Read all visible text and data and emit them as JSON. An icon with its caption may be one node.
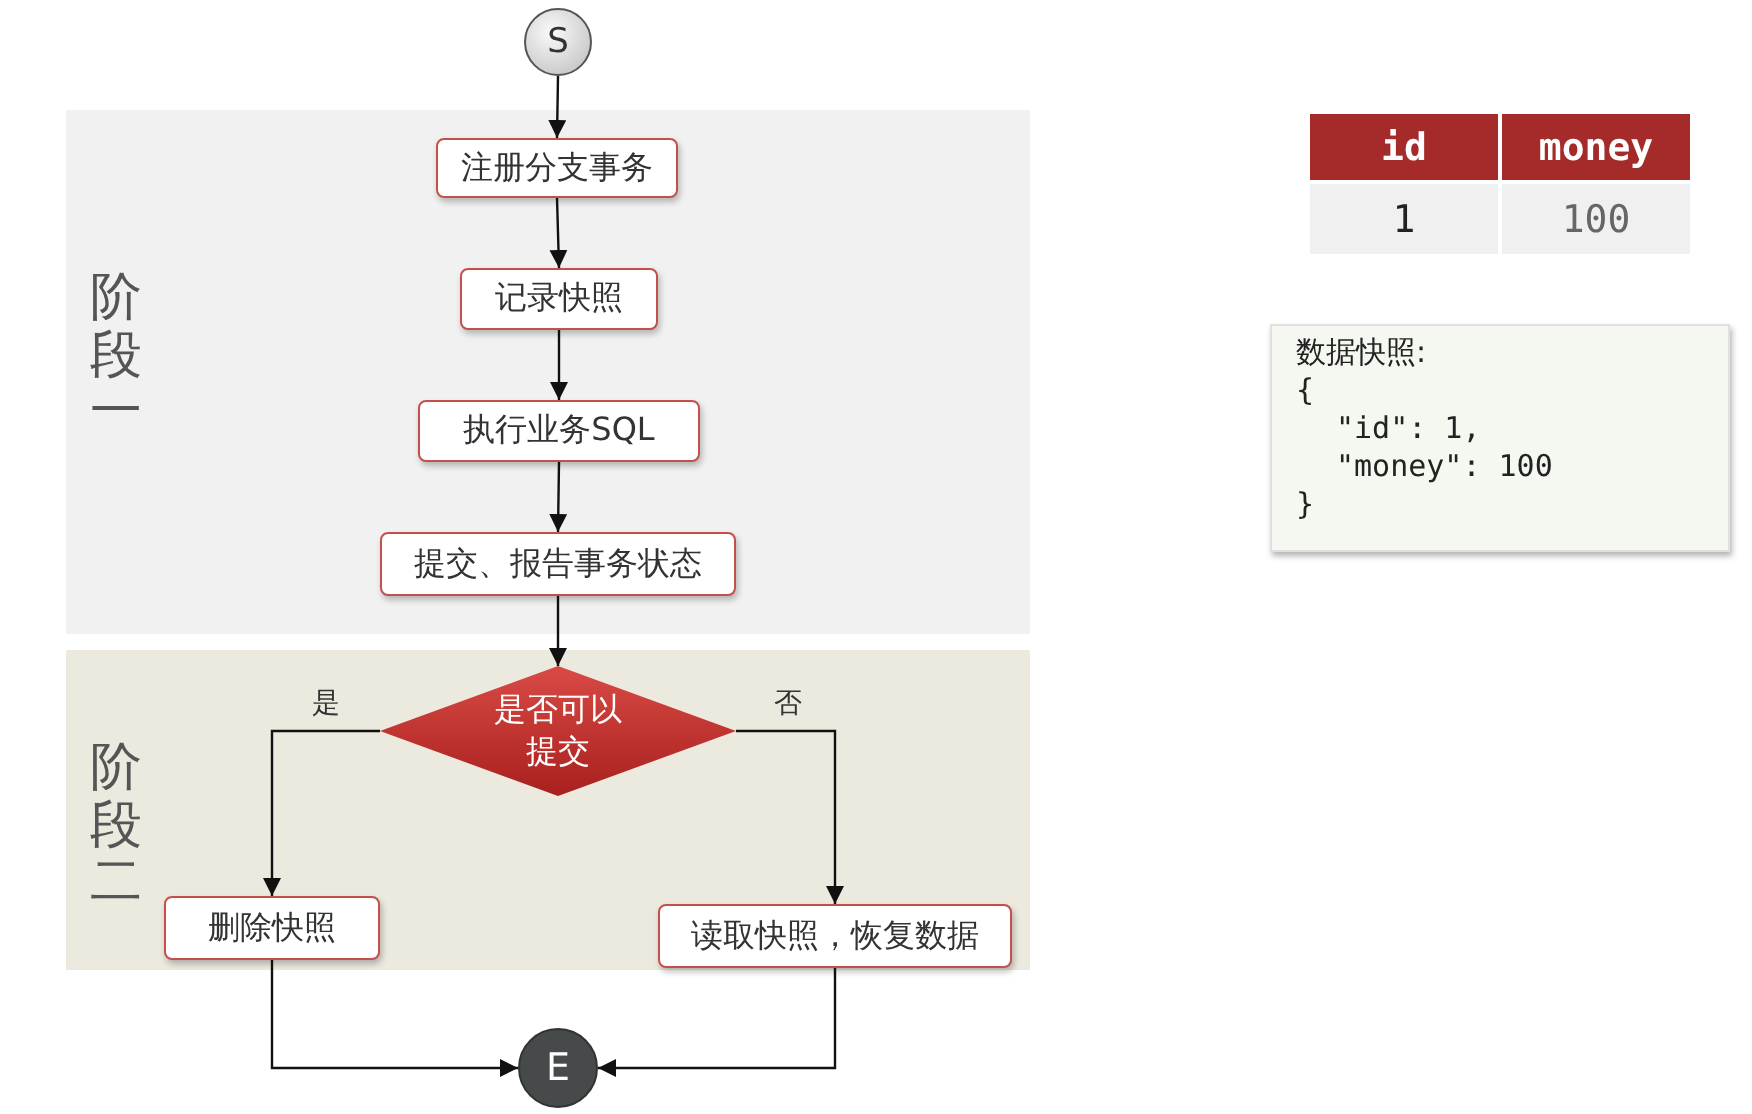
{
  "diagram": {
    "nodes": [
      {
        "text": [
          "S"
        ]
      },
      {
        "text": [
          "阶段一"
        ]
      },
      {
        "text": [
          "注册分支事务"
        ],
        "in": 1
      },
      {
        "text": [
          "记录快照"
        ],
        "in": 1
      },
      {
        "text": [
          "执行业务SQL"
        ],
        "in": 1
      },
      {
        "text": [
          "提交、报告事务状态"
        ],
        "in": 1
      },
      {
        "text": [
          "阶段二"
        ]
      },
      {
        "text": [
          "是否可以提交"
        ],
        "in": 6
      },
      {
        "text": [
          "删除快照"
        ],
        "in": 6
      },
      {
        "text": [
          "读取快照，恢复数据"
        ],
        "in": 6
      },
      {
        "text": [
          "E"
        ]
      },
      {
        "text": [
          "数据快照:",
          "{",
          "\"id\": 1,",
          "\"money\": 100",
          "}"
        ]
      }
    ],
    "edges": [
      {
        "from": 0,
        "to": 2,
        "arrow": "to"
      },
      {
        "from": 2,
        "to": 3,
        "arrow": "to"
      },
      {
        "from": 3,
        "to": 4,
        "arrow": "to"
      },
      {
        "from": 4,
        "to": 5,
        "arrow": "to"
      },
      {
        "from": 5,
        "to": 7,
        "arrow": "to"
      },
      {
        "from": 7,
        "to": 8,
        "label": "是",
        "arrow": "to"
      },
      {
        "from": 7,
        "to": 9,
        "label": "否",
        "arrow": "to"
      },
      {
        "from": 8,
        "to": 10,
        "arrow": "to"
      },
      {
        "from": 9,
        "to": 10,
        "arrow": "to"
      }
    ],
    "labels": [
      "id",
      "money",
      "1",
      "100"
    ]
  }
}
